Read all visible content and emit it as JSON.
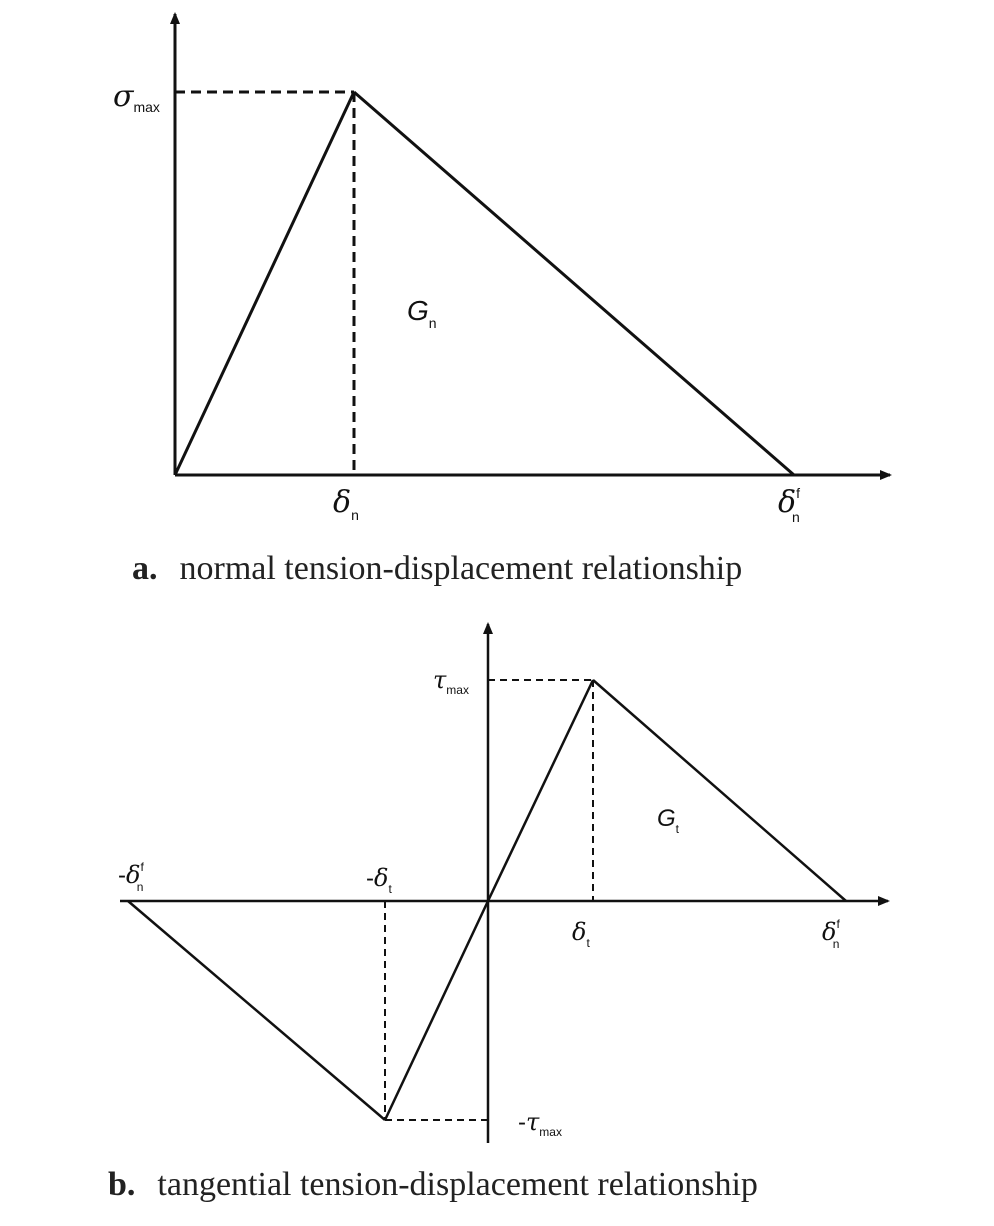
{
  "panel_a": {
    "tag": "a.",
    "caption": "normal tension-displacement relationship",
    "y_peak_label": "σ",
    "y_peak_sub": "max",
    "x_peak_label": "δ",
    "x_peak_sub": "n",
    "x_end_label": "δ",
    "x_end_sub": "n",
    "x_end_sup": "f",
    "area_label": "G",
    "area_sub": "n"
  },
  "panel_b": {
    "tag": "b.",
    "caption": "tangential tension-displacement relationship",
    "y_peak_label": "τ",
    "y_peak_sub": "max",
    "y_min_prefix": "-",
    "y_min_label": "τ",
    "y_min_sub": "max",
    "x_peak_label": "δ",
    "x_peak_sub": "t",
    "x_neg_peak_prefix": "-",
    "x_neg_peak_label": "δ",
    "x_neg_peak_sub": "t",
    "x_end_label": "δ",
    "x_end_sub": "n",
    "x_end_sup": "f",
    "x_neg_end_prefix": "-",
    "x_neg_end_label": "δ",
    "x_neg_end_sub": "n",
    "x_neg_end_sup": "f",
    "area_label": "G",
    "area_sub": "t"
  }
}
